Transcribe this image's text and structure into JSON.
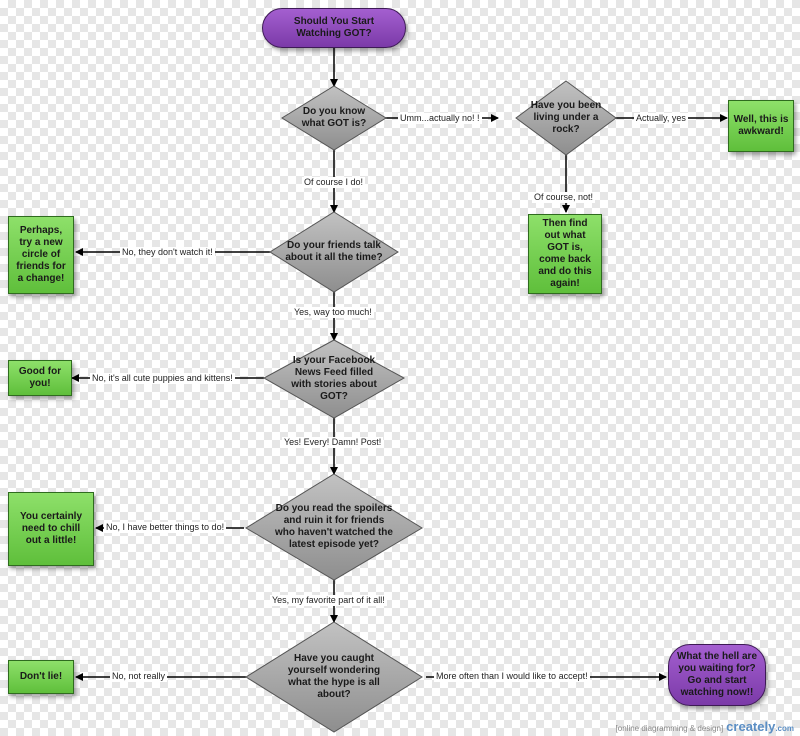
{
  "nodes": {
    "start": "Should You Start Watching GOT?",
    "q_know": "Do you know what  GOT is?",
    "q_rock": "Have you been living  under a rock?",
    "awkward": "Well, this is awkward!",
    "find_out": "Then find out what GOT is, come back and do this again!",
    "q_friends": "Do your friends talk about  it all the time?",
    "new_friends": "Perhaps, try a new circle of friends for a change!",
    "q_facebook": "Is your Facebook News Feed filled  with stories about GOT?",
    "good_for_you": "Good for you!",
    "q_spoilers": "Do you read the spoilers and ruin it for friends who haven't  watched the latest episode yet?",
    "chill_out": "You certainly need to chill out a little!",
    "q_hype": "Have you caught yourself wondering  what the hype is all about?",
    "dont_lie": "Don't lie!",
    "waiting": "What the hell are you waiting for? Go and start watching now!!"
  },
  "labels": {
    "know_no": "Umm...actually no! !",
    "rock_yes": "Actually, yes",
    "rock_no": "Of course, not!",
    "know_yes": "Of course I do!",
    "friends_no": "No, they don't watch it!",
    "friends_yes": "Yes, way too much!",
    "facebook_no": "No, it's all cute puppies and kittens!",
    "facebook_yes": "Yes! Every! Damn! Post!",
    "spoilers_no": "No, I have better things to do!",
    "spoilers_yes": "Yes, my favorite part of it all!",
    "hype_no": "No, not really",
    "hype_yes": "More often than I would like to accept!"
  },
  "footer": {
    "tagline": "[online diagramming & design]",
    "brand": "creately",
    "brand_suffix": ".com"
  },
  "colors": {
    "terminal": "#8a46b8",
    "decision": "#a6a6a6",
    "outcome": "#6fcf4a",
    "connector": "#000000"
  }
}
